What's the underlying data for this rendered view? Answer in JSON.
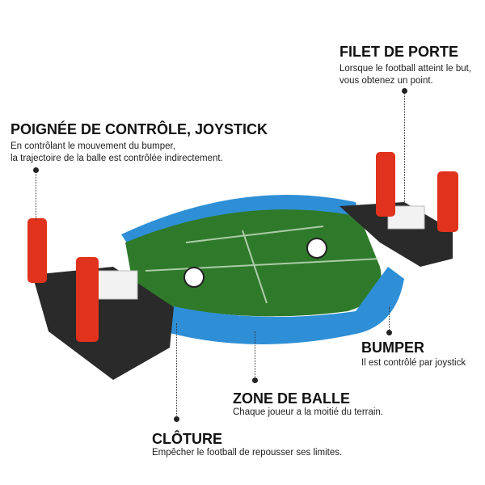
{
  "callouts": {
    "goal_net": {
      "title": "FILET DE PORTE",
      "lines": [
        "Lorsque le football atteint le but,",
        "vous obtenez un point."
      ]
    },
    "joystick": {
      "title": "POIGNÉE DE CONTRÔLE, JOYSTICK",
      "lines": [
        "En contrôlant le mouvement du bumper,",
        "la trajectoire de la balle est contrôlée indirectement."
      ]
    },
    "bumper": {
      "title": "BUMPER",
      "lines": [
        "Il est contrôlé par joystick"
      ]
    },
    "ball_zone": {
      "title": "ZONE DE BALLE",
      "lines": [
        "Chaque joueur a la moitié du terrain."
      ]
    },
    "fence": {
      "title": "CLÔTURE",
      "lines": [
        "Empêcher le football de repousser ses limites."
      ]
    }
  },
  "colors": {
    "rail": "#2e8fd6",
    "field": "#2f7a2a",
    "handle": "#e0321c",
    "base": "#2a2a2a"
  }
}
